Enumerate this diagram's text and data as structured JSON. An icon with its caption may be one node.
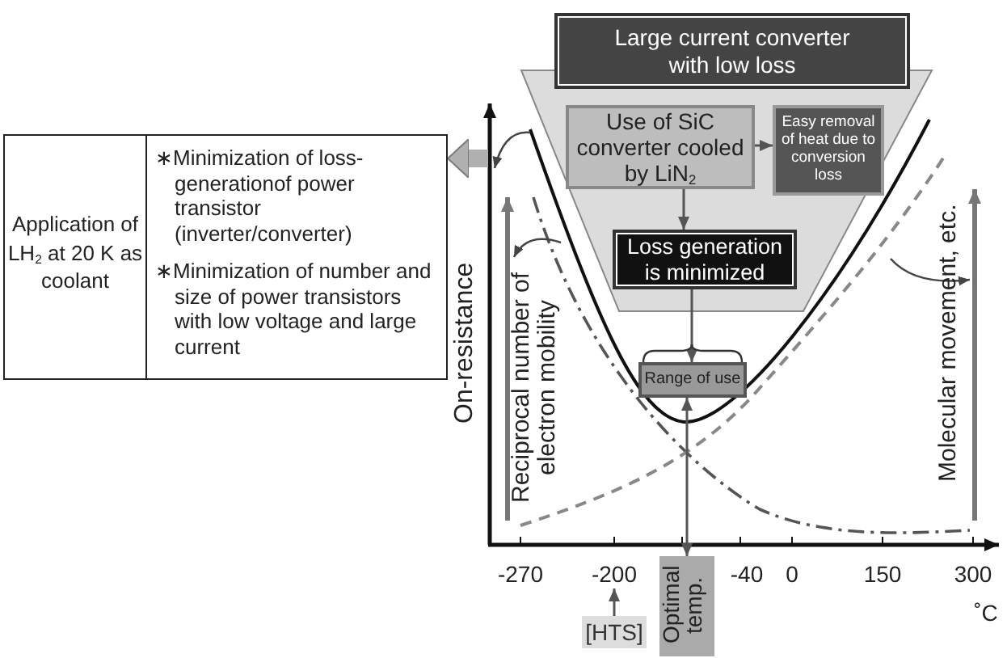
{
  "diagram": {
    "nodes": [
      {
        "text": [
          "Application of LH$_{2}$ at 20 K as coolant",
          "∗Minimization of loss-generationof power transistor (inverter/converter)",
          "∗Minimization of number and size of power transistors with low voltage and large current"
        ]
      },
      {
        "text": [
          "Large current converter with low loss"
        ]
      },
      {
        "text": [],
        "shape": "trapezoid"
      },
      {
        "text": [
          "Use of SiC converter cooled by LiN$_{2}$"
        ],
        "in": 2
      },
      {
        "text": [
          "Easy removal of heat due to conversion loss"
        ],
        "in": 2
      },
      {
        "text": [
          "Loss generation is minimized"
        ],
        "in": 2
      },
      {
        "text": [
          "Range of use"
        ]
      },
      {
        "text": [
          "[HTS]"
        ]
      },
      {
        "text": [
          "Optimal temp."
        ]
      },
      {
        "text": [
          "-200"
        ]
      }
    ],
    "edges": [
      {
        "from": null,
        "to": 0,
        "arrow": "to",
        "style": "thick",
        "color": "#b0b0b0"
      },
      {
        "from": 3,
        "to": 4,
        "arrow": "to"
      },
      {
        "from": 3,
        "to": 5,
        "arrow": "to"
      },
      {
        "from": 5,
        "to": 6,
        "arrow": "to"
      },
      {
        "from": 7,
        "to": 9,
        "arrow": "to"
      },
      {
        "from": 8,
        "to": 6,
        "arrow": "both"
      }
    ],
    "labels": [
      "On-resistance",
      "Reciprocal number of electron mobility",
      "Molecular movement, etc.",
      "-270",
      "-40",
      "0",
      "150",
      "300",
      "˚C"
    ]
  }
}
